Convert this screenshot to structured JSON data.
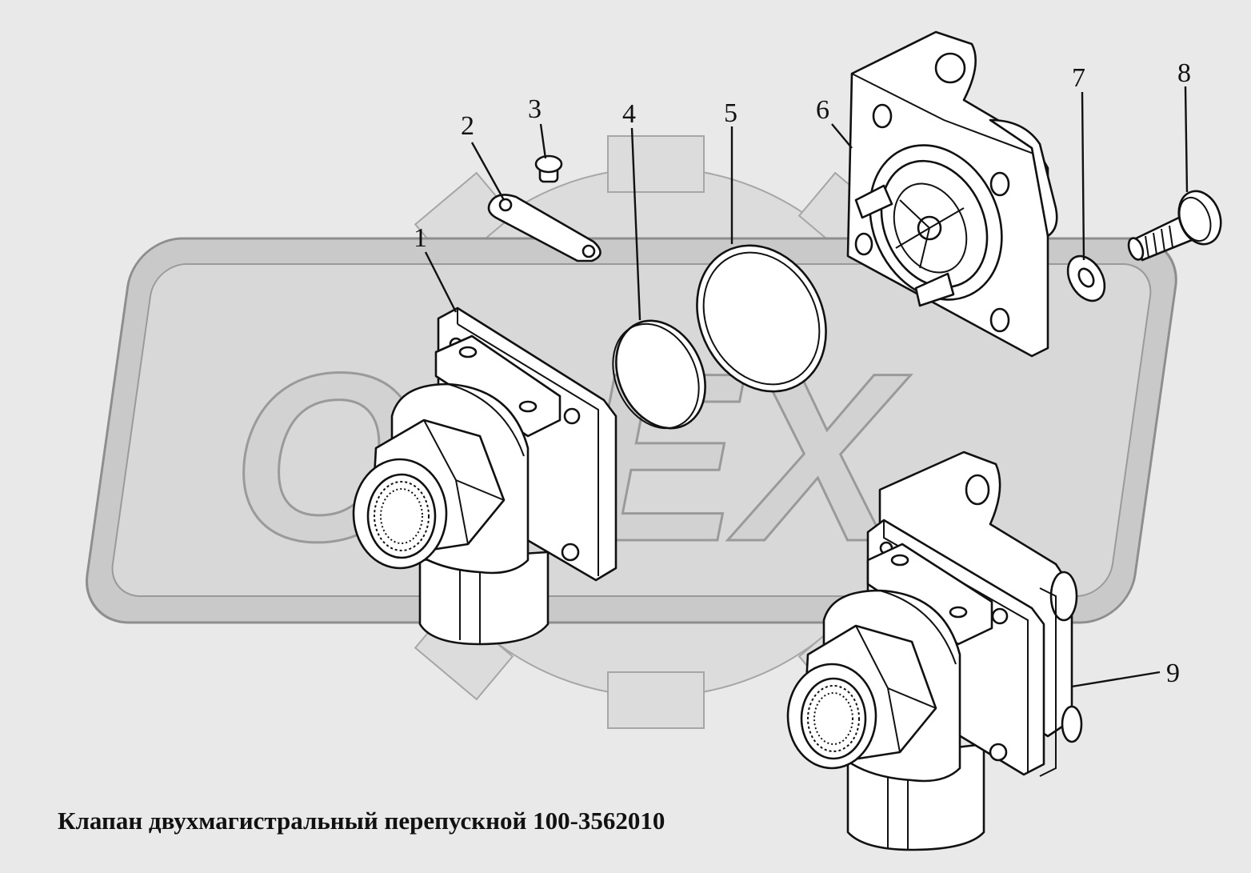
{
  "title": "Клапан двухмагистральный перепускной 100-3562010",
  "watermark": {
    "text": "OPEX",
    "fill_color": "#d2d2d2",
    "outline_color": "#9a9a9a"
  },
  "callouts": [
    {
      "id": "1",
      "label": "1"
    },
    {
      "id": "2",
      "label": "2"
    },
    {
      "id": "3",
      "label": "3"
    },
    {
      "id": "4",
      "label": "4"
    },
    {
      "id": "5",
      "label": "5"
    },
    {
      "id": "6",
      "label": "6"
    },
    {
      "id": "7",
      "label": "7"
    },
    {
      "id": "8",
      "label": "8"
    },
    {
      "id": "9",
      "label": "9"
    }
  ],
  "colors": {
    "background": "#e9e9e9",
    "line": "#111111",
    "part_fill": "#ffffff"
  }
}
